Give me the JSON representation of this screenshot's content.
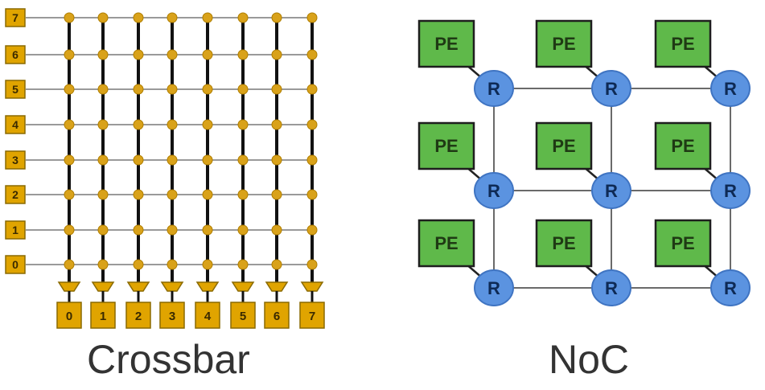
{
  "crossbar": {
    "title": "Crossbar",
    "input_ports": [
      "7",
      "6",
      "5",
      "4",
      "3",
      "2",
      "1",
      "0"
    ],
    "output_ports": [
      "0",
      "1",
      "2",
      "3",
      "4",
      "5",
      "6",
      "7"
    ]
  },
  "noc": {
    "title": "NoC",
    "pe_label": "PE",
    "router_label": "R",
    "rows": 3,
    "cols": 3
  },
  "colors": {
    "port_fill": "#e0a400",
    "port_stroke": "#8a6a00",
    "junction": "#d9a21a",
    "wire_dark": "#111111",
    "wire_light": "#9a9a9a",
    "pe_fill": "#5fb94a",
    "pe_stroke": "#1e1e1e",
    "router_fill": "#5b93e0",
    "router_stroke": "#3f74c2",
    "link": "#6a6a6a"
  }
}
